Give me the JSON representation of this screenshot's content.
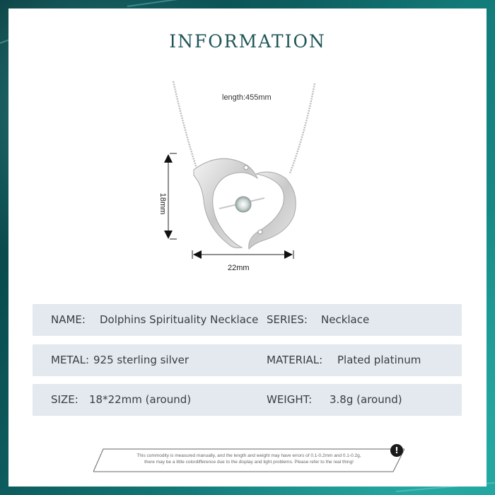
{
  "title": "INFORMATION",
  "figure": {
    "length_label": "length:455mm",
    "height_label": "18mm",
    "width_label": "22mm",
    "image_subject": "dolphin-heart-necklace"
  },
  "specs": [
    {
      "label_left": "NAME:",
      "value_left": "Dolphins Spirituality Necklace",
      "label_right": "SERIES:",
      "value_right": "Necklace"
    },
    {
      "label_left": "METAL:",
      "value_left": "925 sterling silver",
      "label_right": "MATERIAL:",
      "value_right": "Plated platinum"
    },
    {
      "label_left": "SIZE:",
      "value_left": "18*22mm (around)",
      "label_right": "WEIGHT:",
      "value_right": "3.8g (around)"
    }
  ],
  "notice": {
    "line1": "This commodity is measured manually, and the length and weight may have errors of 0.1-0.2mm and 0.1-0.2g,",
    "line2": "there may be a little colordifference due to the display and light problems. Please refer to the real thing!",
    "icon": "!"
  },
  "colors": {
    "frame_dark": "#0c4a4c",
    "frame_light": "#1a9a96",
    "title": "#1f5558",
    "row_bg": "#e3e9ef"
  }
}
